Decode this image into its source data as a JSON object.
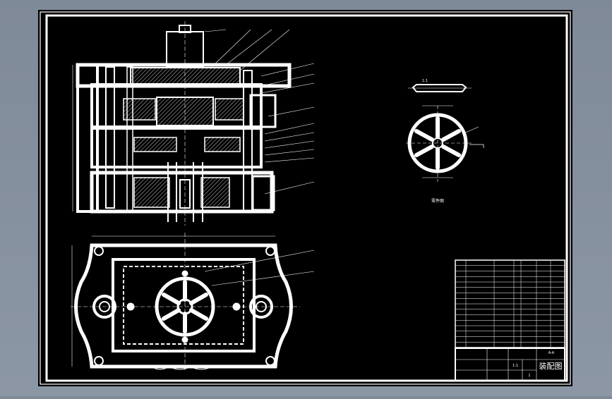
{
  "drawing": {
    "title_block": {
      "title": "装配图",
      "scale": "1:1",
      "sheet": "1"
    },
    "section_note": "A-A",
    "detail_label": "1:1",
    "part_view_label": "零件图"
  },
  "colors": {
    "background": "#000000",
    "outer_bg": "#8a95a3",
    "line": "#ffffff"
  }
}
